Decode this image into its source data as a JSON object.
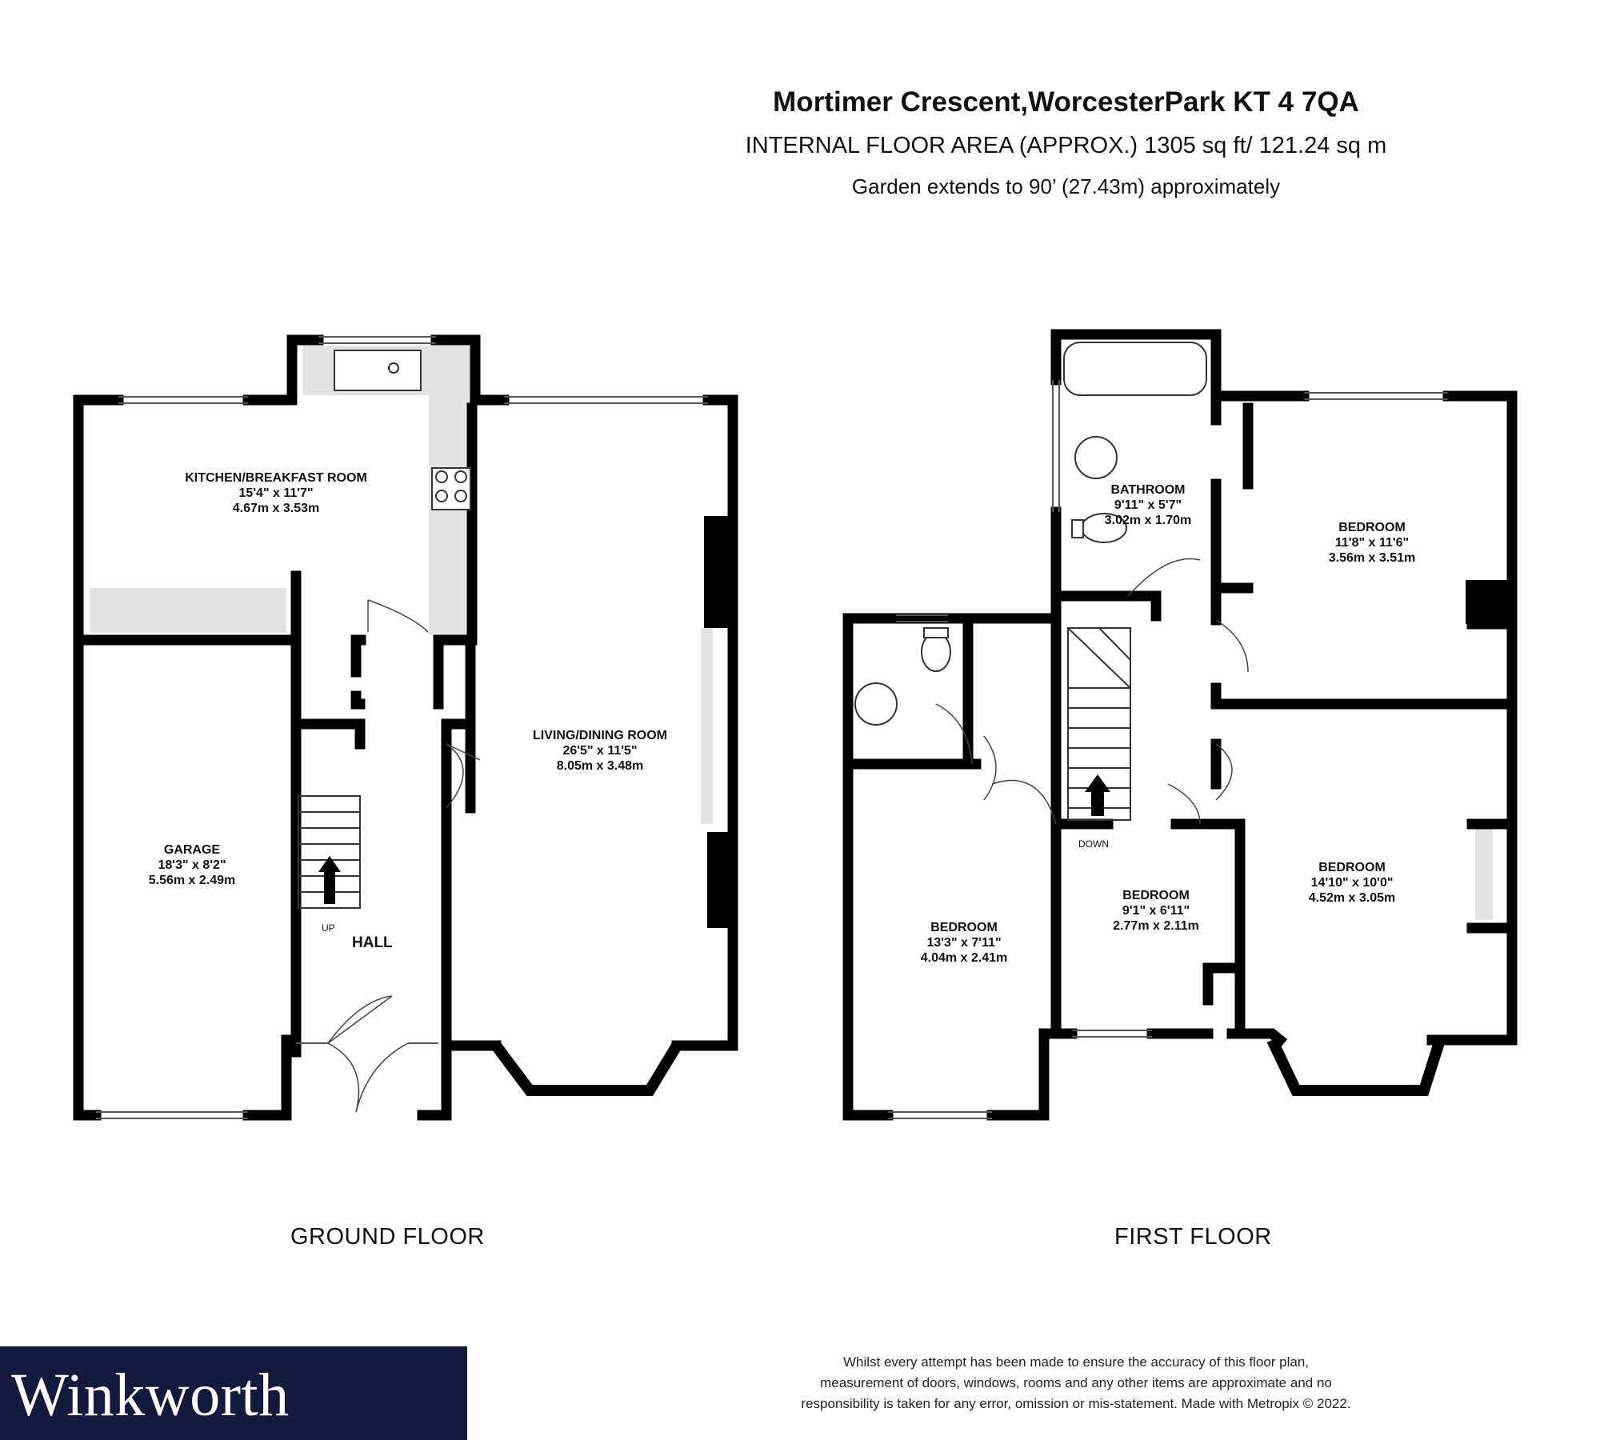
{
  "header": {
    "title": "Mortimer Crescent,WorcesterPark KT 4 7QA",
    "area": "INTERNAL FLOOR AREA (APPROX.) 1305 sq ft/ 121.24 sq m",
    "garden": "Garden extends to 90’ (27.43m) approximately"
  },
  "ground_floor": {
    "label": "GROUND FLOOR",
    "kitchen": {
      "name": "KITCHEN/BREAKFAST ROOM",
      "imperial": "15'4\"  x 11'7\"",
      "metric": "4.67m  x 3.53m"
    },
    "living": {
      "name": "LIVING/DINING ROOM",
      "imperial": "26'5\"  x 11'5\"",
      "metric": "8.05m  x 3.48m"
    },
    "garage": {
      "name": "GARAGE",
      "imperial": "18'3\"  x 8'2\"",
      "metric": "5.56m  x 2.49m"
    },
    "hall": {
      "name": "HALL",
      "up": "UP"
    }
  },
  "first_floor": {
    "label": "FIRST FLOOR",
    "bathroom": {
      "name": "BATHROOM",
      "imperial": "9'11\"  x 5'7\"",
      "metric": "3.02m  x 1.70m"
    },
    "bedroom_rear_right": {
      "name": "BEDROOM",
      "imperial": "11'8\"  x 11'6\"",
      "metric": "3.56m  x 3.51m"
    },
    "bedroom_front_right": {
      "name": "BEDROOM",
      "imperial": "14'10\"  x 10'0\"",
      "metric": "4.52m  x 3.05m"
    },
    "bedroom_small": {
      "name": "BEDROOM",
      "imperial": "9'1\"  x 6'11\"",
      "metric": "2.77m  x 2.11m"
    },
    "bedroom_left": {
      "name": "BEDROOM",
      "imperial": "13'3\"  x 7'11\"",
      "metric": "4.04m  x 2.41m"
    },
    "down": "DOWN"
  },
  "branding": {
    "logo_text": "Winkworth",
    "color": "#141a3d"
  },
  "disclaimer": [
    "Whilst every attempt has been made to ensure the accuracy of this floor plan,",
    "measurement of doors, windows, rooms and any other items are approximate and no",
    "responsibility is taken for any error, omission or mis-statement. Made with Metropix © 2022."
  ]
}
